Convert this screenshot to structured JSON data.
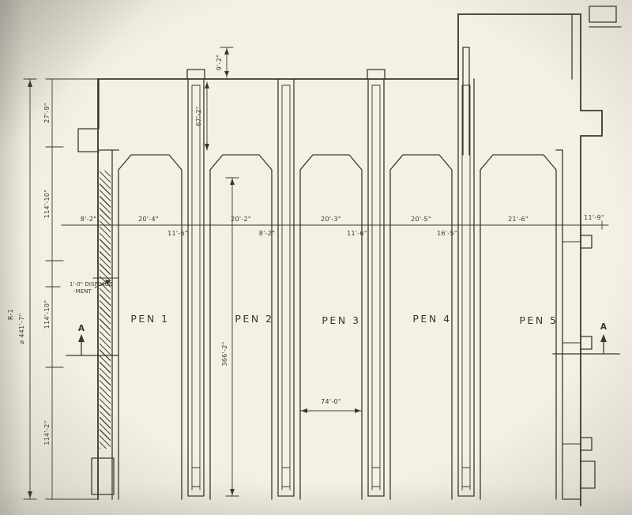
{
  "pens": {
    "labels": [
      "PEN 1",
      "PEN 2",
      "PEN 3",
      "PEN 4",
      "PEN 5"
    ]
  },
  "dimensions": {
    "overall_prefix": "R-1",
    "overall": "⌀ 441'-7\"",
    "left_chain": [
      "27'-9\"",
      "114'-10\"",
      "114'-10\"",
      "114'-2\""
    ],
    "top_tab_height": "9'-2\"",
    "quay_depth": "67'-2\"",
    "row_above": [
      "8'-2\"",
      "20'-4\"",
      "20'-2\"",
      "20'-3\"",
      "20'-5\"",
      "21'-6\"",
      "11'-9\""
    ],
    "row_below": [
      "11'-6\"",
      "8'-2\"",
      "11'-6\"",
      "16'-5\""
    ],
    "pen_length": "366'-2\"",
    "pen3_clear_width": "74'-0\"",
    "displacement_line1": "1'-0\" DISPLACE",
    "displacement_line2": "-MENT",
    "section_label": "A"
  }
}
